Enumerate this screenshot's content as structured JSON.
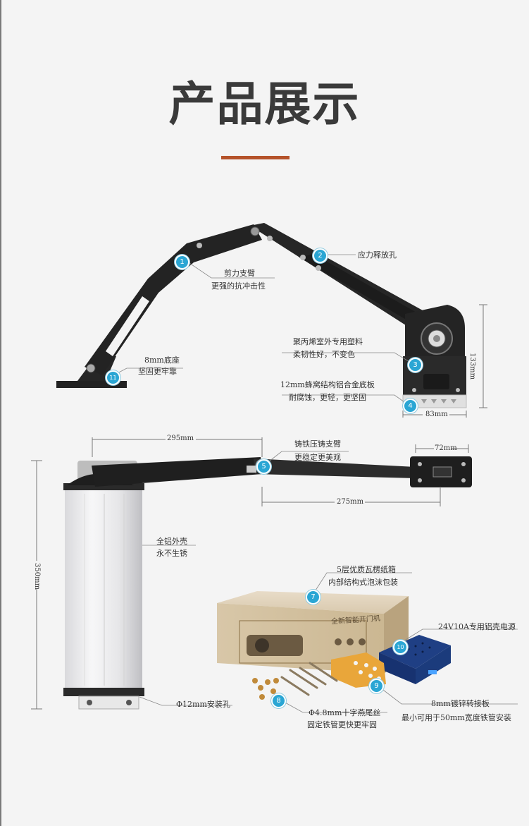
{
  "title": "产品展示",
  "accent_color": "#b5532a",
  "badge_color": "#2aa6d4",
  "badges": [
    "1",
    "2",
    "3",
    "4",
    "5",
    "7",
    "8",
    "9",
    "10",
    "11"
  ],
  "callouts": {
    "c1": {
      "line1": "剪力支臂",
      "line2": "更强的抗冲击性"
    },
    "c2": {
      "line1": "应力释放孔"
    },
    "c3": {
      "line1": "聚丙烯室外专用塑料",
      "line2": "柔韧性好，不变色"
    },
    "c4": {
      "line1": "12mm蜂窝结构铝合金底板",
      "line2": "耐腐蚀，更轻，更坚固"
    },
    "c11": {
      "line1": "8mm底座",
      "line2": "坚固更牢靠"
    },
    "c5": {
      "line1": "铸铁压铸支臂",
      "line2": "更稳定更美观"
    },
    "shell": {
      "line1": "全铝外壳",
      "line2": "永不生锈"
    },
    "hole": {
      "line1": "Φ12mm安装孔"
    },
    "c7": {
      "line1": "5层优质瓦楞纸箱",
      "line2": "内部结构式泡沫包装"
    },
    "c10": {
      "line1": "24V10A专用铝壳电源"
    },
    "c8": {
      "line1": "Φ4.8mm十字燕尾丝",
      "line2": "固定铁管更快更牢固"
    },
    "c9": {
      "line1": "8mm镀锌转接板",
      "line2": "最小可用于50mm宽度铁管安装"
    }
  },
  "dimensions": {
    "height_top": "133mm",
    "width_top": "83mm",
    "arm_span": "295mm",
    "bracket_width": "72mm",
    "arm_length": "275mm",
    "body_height": "350mm"
  },
  "box_text": "全新智能开门机"
}
